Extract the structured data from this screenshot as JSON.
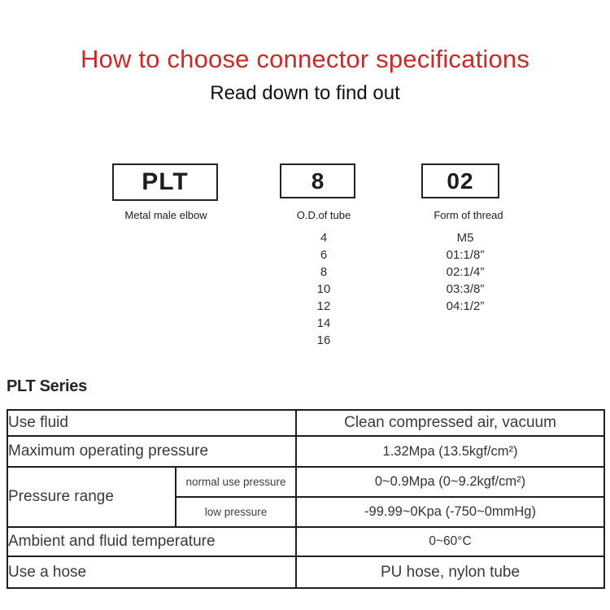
{
  "header": {
    "title": "How to choose connector specifications",
    "subtitle": "Read down to find out"
  },
  "model_selector": {
    "segments": [
      {
        "code": "PLT",
        "label": "Metal male elbow"
      },
      {
        "code": "8",
        "label": "O.D.of tube"
      },
      {
        "code": "02",
        "label": "Form of thread"
      }
    ],
    "tube_sizes": [
      "4",
      "6",
      "8",
      "10",
      "12",
      "14",
      "16"
    ],
    "thread_forms": [
      "M5",
      "01:1/8”",
      "02:1/4”",
      "03:3/8”",
      "04:1/2”"
    ]
  },
  "series_heading": "PLT Series",
  "spec_table": {
    "use_fluid": {
      "label": "Use fluid",
      "value": "Clean compressed air, vacuum"
    },
    "max_pressure": {
      "label": "Maximum operating pressure",
      "value": "1.32Mpa (13.5kgf/cm²)"
    },
    "pressure_range": {
      "label": "Pressure range",
      "normal": {
        "label": "normal use pressure",
        "value": "0~0.9Mpa (0~9.2kgf/cm²)"
      },
      "low": {
        "label": "low pressure",
        "value": "-99.99~0Kpa (-750~0mmHg)"
      }
    },
    "temperature": {
      "label": "Ambient and fluid temperature",
      "value": "0~60°C"
    },
    "hose": {
      "label": "Use a hose",
      "value": "PU hose, nylon tube"
    }
  },
  "colors": {
    "accent_red": "#cb2a28",
    "table_row_beige": "#f2ecdc",
    "table_border": "#1f1f1f",
    "text_dark": "#3a3a3a"
  }
}
